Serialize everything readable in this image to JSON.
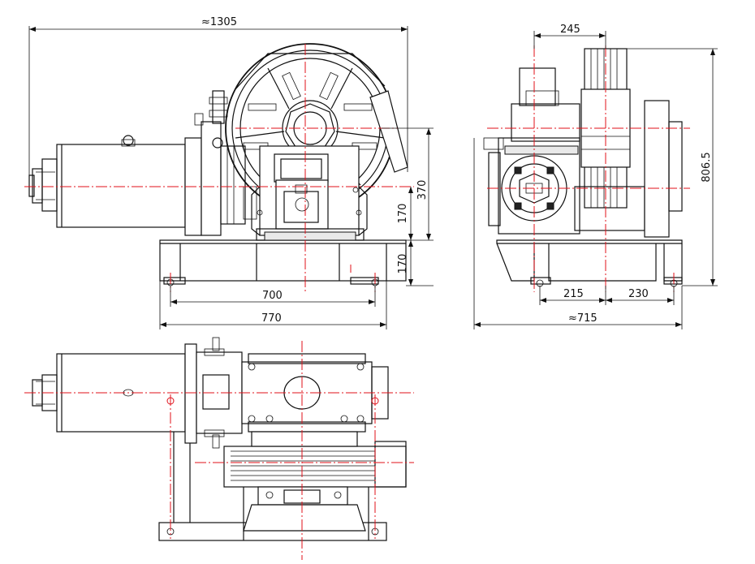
{
  "dimensions": {
    "overall_length": "≈1305",
    "height_370": "370",
    "height_170_upper": "170",
    "height_170_lower": "170",
    "base_700": "700",
    "base_770": "770",
    "side_245": "245",
    "side_806_5": "806.5",
    "side_215": "215",
    "side_230": "230",
    "side_715": "≈715"
  },
  "colors": {
    "line": "#111111",
    "centerline": "#e0101a",
    "background": "#ffffff"
  }
}
